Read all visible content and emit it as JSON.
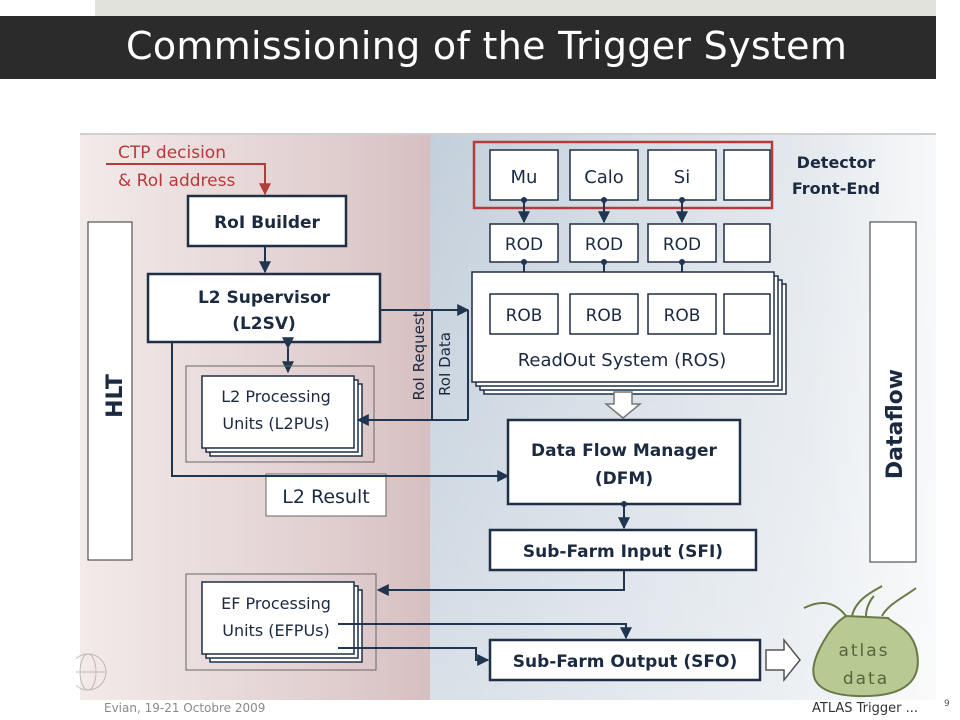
{
  "slide": {
    "title": "Commissioning of the Trigger System",
    "footer_left": "Evian, 19-21 Octobre 2009",
    "footer_right": "ATLAS Trigger ...",
    "page_number": "9"
  },
  "diagram": {
    "ctp_line1": "CTP decision",
    "ctp_line2": "& RoI address",
    "roi_builder": "RoI Builder",
    "l2sv_line1": "L2 Supervisor",
    "l2sv_line2": "(L2SV)",
    "l2pu_line1": "L2 Processing",
    "l2pu_line2": "Units (L2PUs)",
    "l2_result": "L2 Result",
    "hlt": "HLT",
    "dataflow": "Dataflow",
    "roi_request": "RoI Request",
    "roi_data": "RoI Data",
    "detectors": [
      "Mu",
      "Calo",
      "Si"
    ],
    "detector_label_line1": "Detector",
    "detector_label_line2": "Front-End",
    "rod": "ROD",
    "rob": "ROB",
    "ros": "ReadOut System (ROS)",
    "dfm_line1": "Data Flow Manager",
    "dfm_line2": "(DFM)",
    "sfi": "Sub-Farm Input (SFI)",
    "ef_line1": "EF Processing",
    "ef_line2": "Units (EFPUs)",
    "sfo": "Sub-Farm Output (SFO)",
    "bag_line1": "atlas",
    "bag_line2": "data"
  },
  "colors": {
    "title_bar": "#2b2b2b",
    "hlt_bg": "#dcc7c8",
    "dataflow_bg": "#c9d3dd",
    "box_border": "#1f2f45",
    "arrow": "#1f3550",
    "red_accent": "#b53a3a",
    "bag": "#b9c994"
  }
}
